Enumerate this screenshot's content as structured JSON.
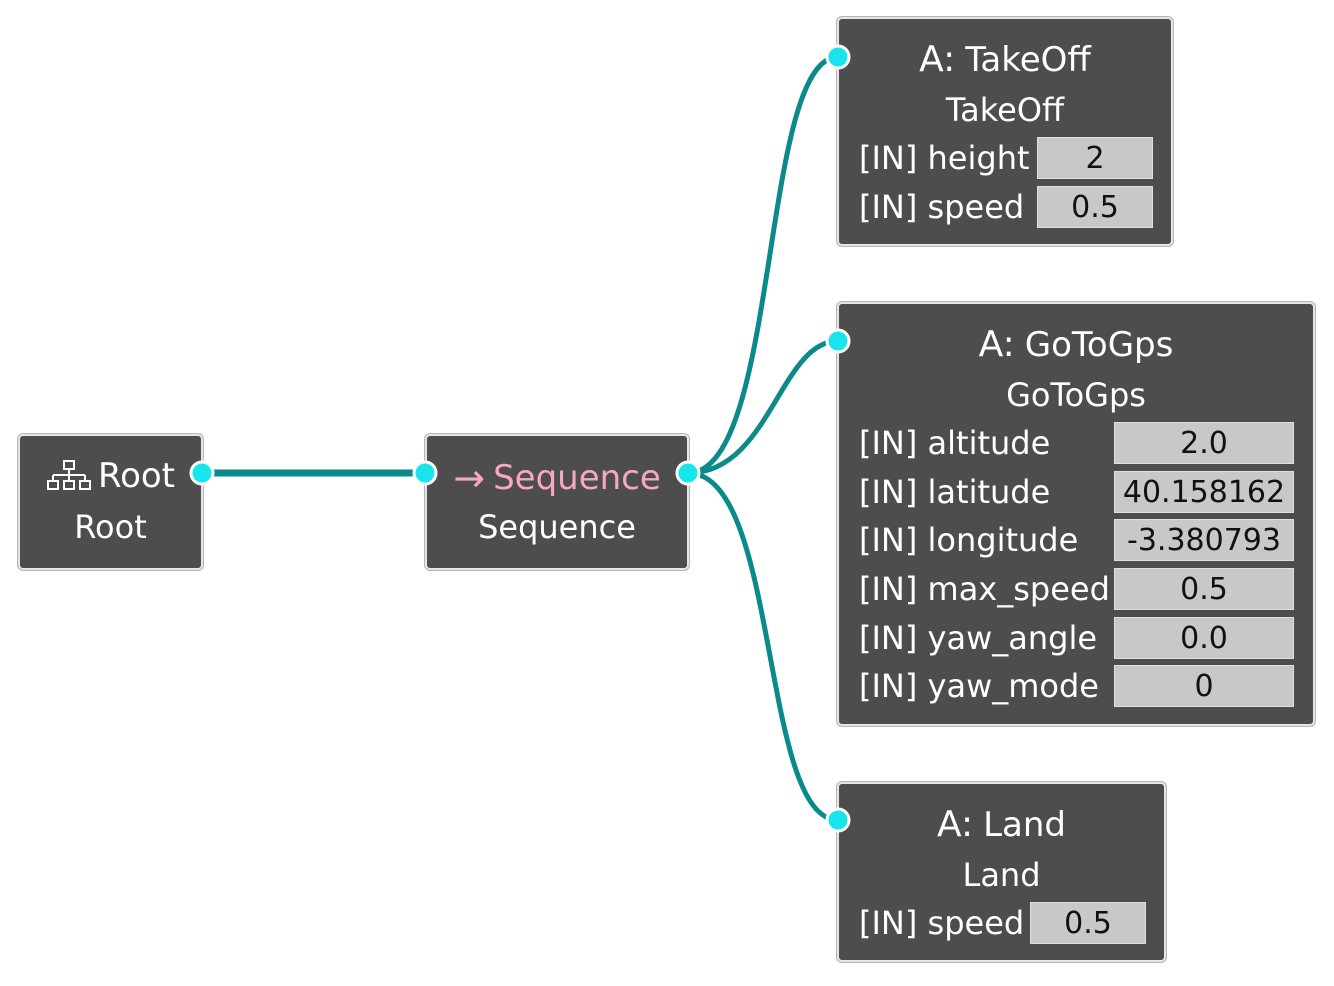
{
  "colors": {
    "node_bg": "#4d4d4d",
    "edge": "#0a8a8a",
    "port": "#18e4ec",
    "sequence_accent": "#f7a6c4",
    "value_bg": "#c8c8c8"
  },
  "nodes": {
    "root": {
      "icon": "tree-icon",
      "title": "Root",
      "subtitle": "Root"
    },
    "sequence": {
      "icon": "arrow-right-icon",
      "title": "Sequence",
      "subtitle": "Sequence"
    },
    "takeoff": {
      "badge": "A:",
      "title": "TakeOff",
      "subtitle": "TakeOff",
      "ports": [
        {
          "label": "[IN] height",
          "value": "2"
        },
        {
          "label": "[IN] speed",
          "value": "0.5"
        }
      ]
    },
    "gotogps": {
      "badge": "A:",
      "title": "GoToGps",
      "subtitle": "GoToGps",
      "ports": [
        {
          "label": "[IN] altitude",
          "value": "2.0"
        },
        {
          "label": "[IN] latitude",
          "value": "40.158162"
        },
        {
          "label": "[IN] longitude",
          "value": "-3.380793"
        },
        {
          "label": "[IN] max_speed",
          "value": "0.5"
        },
        {
          "label": "[IN] yaw_angle",
          "value": "0.0"
        },
        {
          "label": "[IN] yaw_mode",
          "value": "0"
        }
      ]
    },
    "land": {
      "badge": "A:",
      "title": "Land",
      "subtitle": "Land",
      "ports": [
        {
          "label": "[IN] speed",
          "value": "0.5"
        }
      ]
    }
  }
}
